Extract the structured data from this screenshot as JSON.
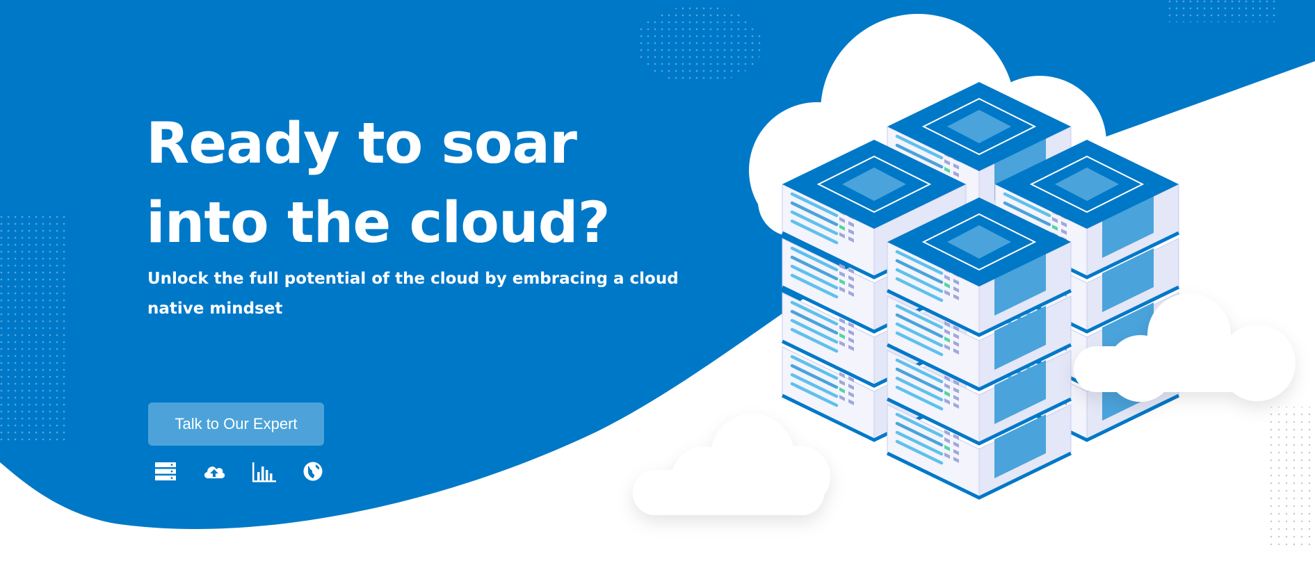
{
  "hero": {
    "title_line1": "Ready to soar",
    "title_line2": "into the cloud?",
    "subtitle": "Unlock the full potential of the cloud by embracing a cloud native mindset",
    "cta_label": "Talk to Our Expert"
  },
  "feature_icons": [
    "server-rack-icon",
    "cloud-upload-icon",
    "bar-chart-icon",
    "globe-icon"
  ],
  "colors": {
    "brand_blue": "#0078c8",
    "button_bg": "#4da3d9",
    "text": "#ffffff",
    "panel_light": "#eef0fa",
    "screen_blue": "#4aa3db",
    "accent_green": "#52d6a0"
  }
}
